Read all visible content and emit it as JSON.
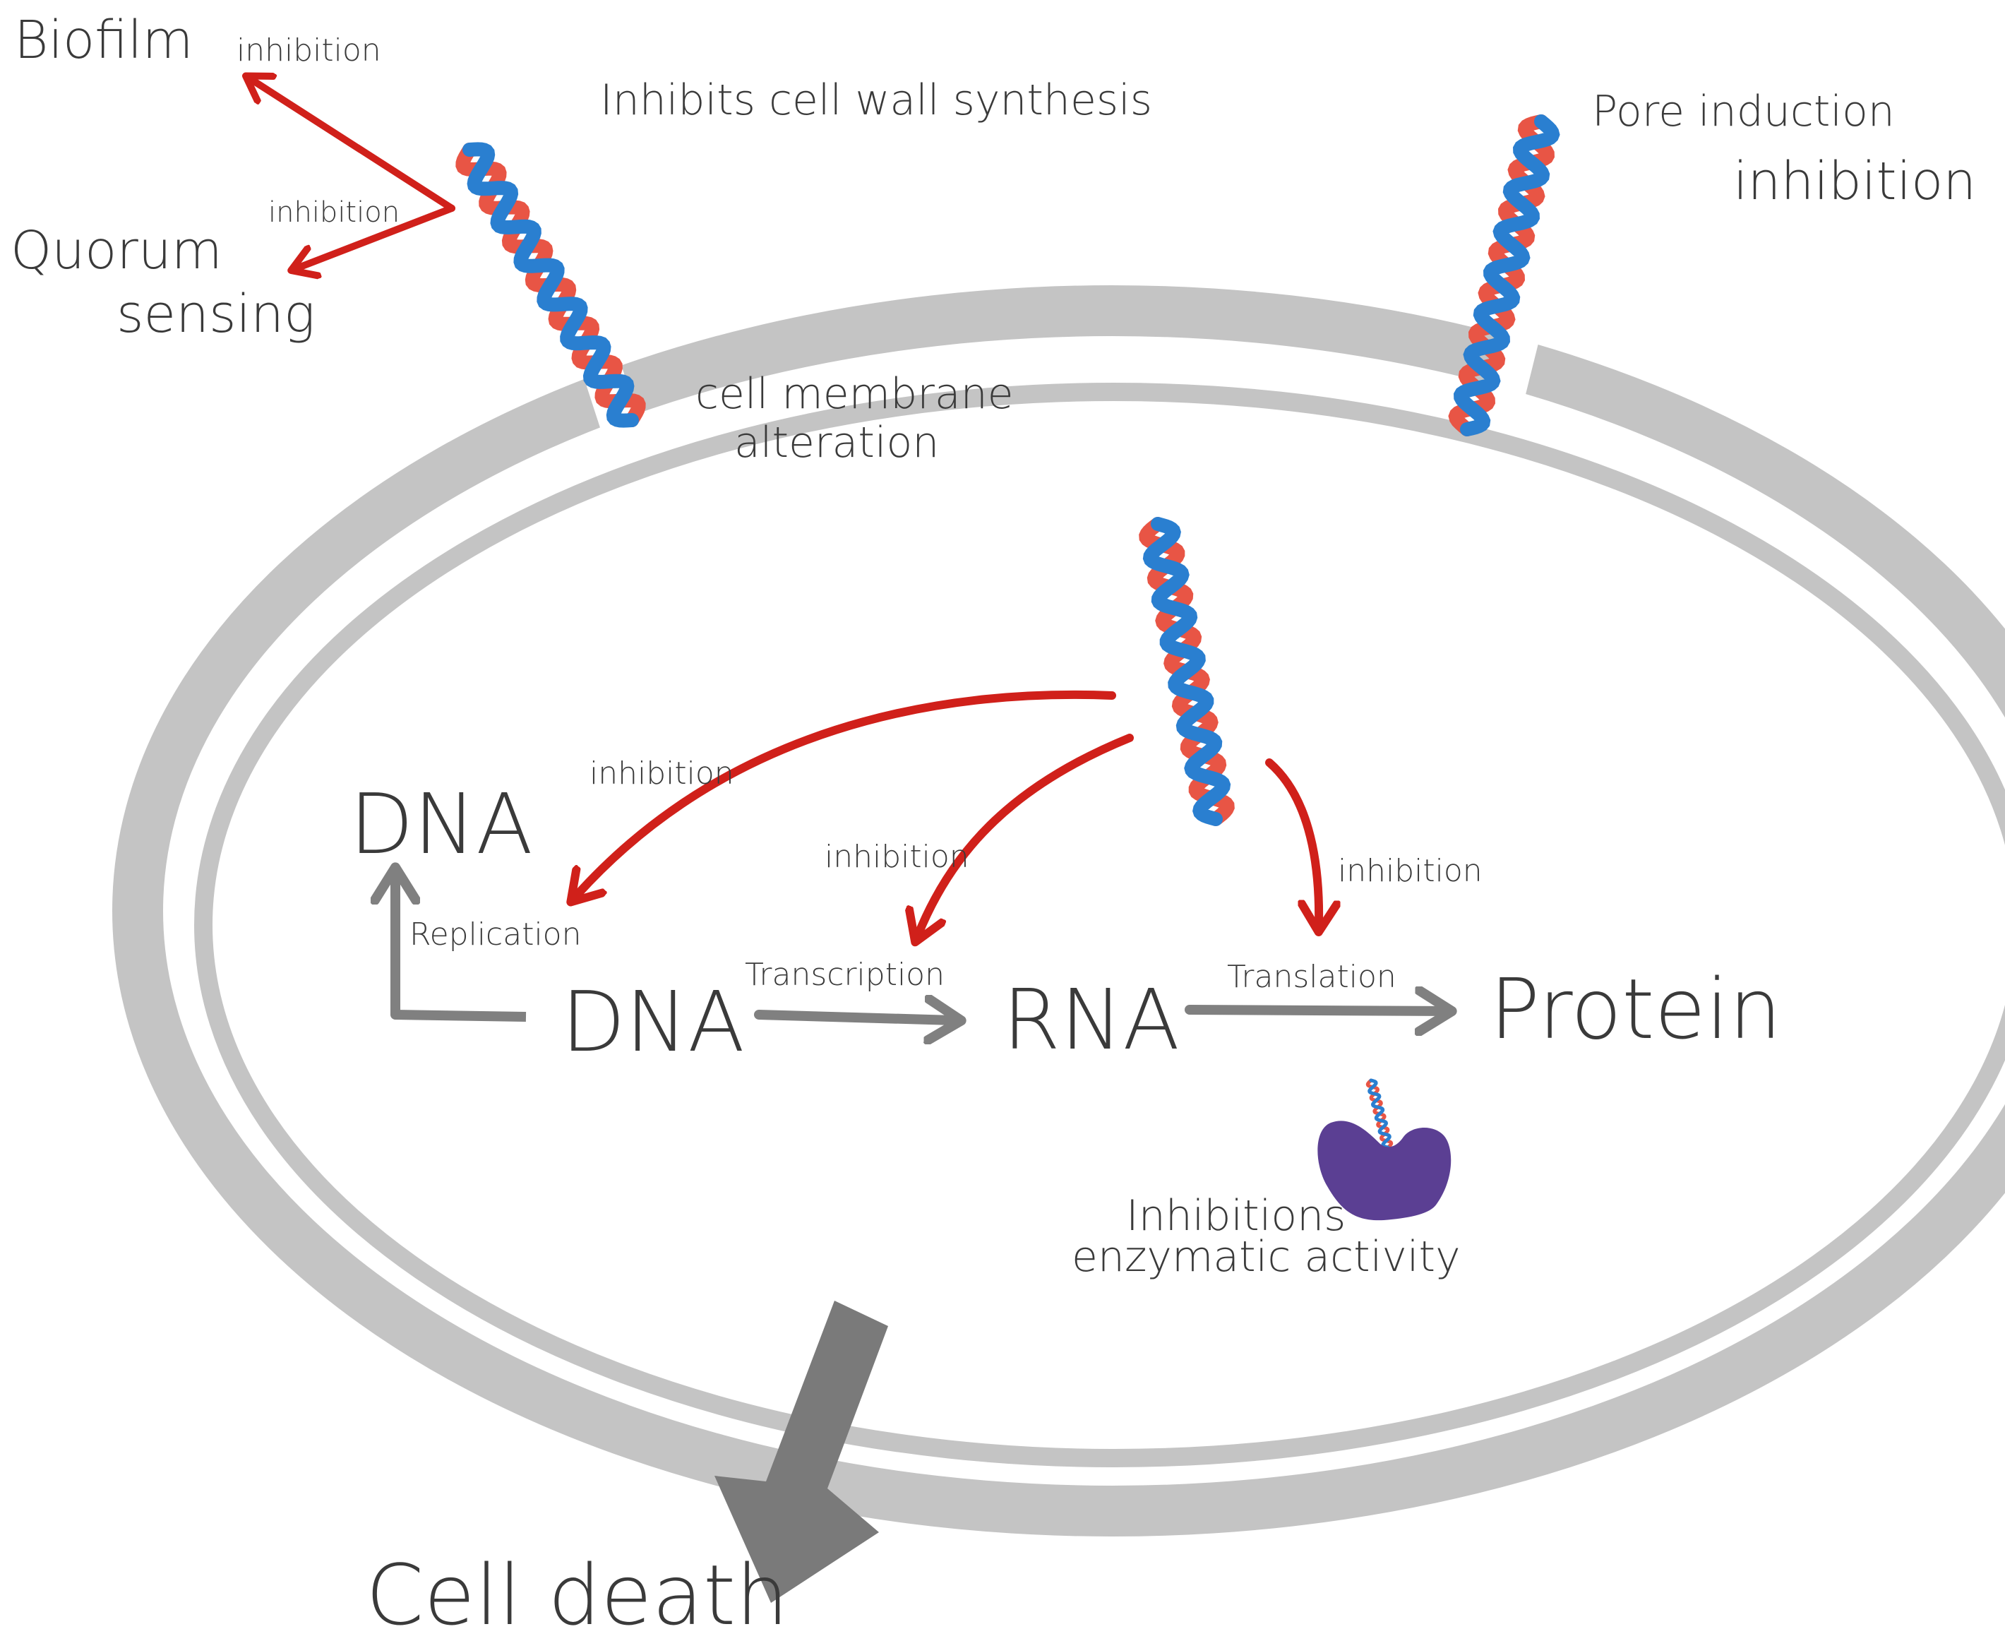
{
  "colors": {
    "membrane": "#c4c4c4",
    "inhibition_arrow": "#d0201a",
    "process_arrow": "#808080",
    "death_arrow": "#7a7a7a",
    "peptide_red": "#e85545",
    "peptide_blue": "#2a7fd0",
    "enzyme": "#5b3f93",
    "text": "#3a3a3a"
  },
  "labels": {
    "biofilm": "Biofilm",
    "biofilm_inhibition": "inhibition",
    "quorum_line1": "Quorum",
    "quorum_line2": "sensing",
    "quorum_inhibition": "inhibition",
    "cell_wall": "Inhibits cell  wall synthesis",
    "pore_induction": "Pore induction",
    "pore_inhibition": "inhibition",
    "membrane_line1": "cell membrane",
    "membrane_line2": "alteration",
    "dna_top": "DNA",
    "replication": "Replication",
    "replication_inhibition": "inhibition",
    "dna_mid": "DNA",
    "transcription": "Transcription",
    "transcription_inhibition": "inhibition",
    "rna": "RNA",
    "translation": "Translation",
    "translation_inhibition": "inhibition",
    "protein": "Protein",
    "enzymatic_line1": "Inhibitions",
    "enzymatic_line2": "enzymatic activity",
    "cell_death": "Cell death"
  }
}
